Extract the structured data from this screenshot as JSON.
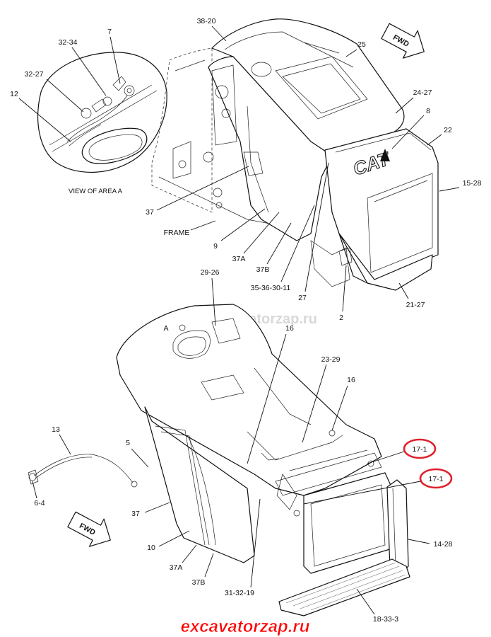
{
  "watermark": "www.excavatorzap.ru",
  "footer_brand": "excavatorzap.ru",
  "footer_brand_color": "#ff0000",
  "highlight_color": "#e0202a",
  "area_a_caption": "VIEW OF AREA  A",
  "area_letter": "A",
  "fwd_label": "FWD",
  "cover_logo": "CAT",
  "labels": {
    "l_38_20": "38-20",
    "l_25": "25",
    "l_24_27": "24-27",
    "l_8": "8",
    "l_22": "22",
    "l_15_28": "15-28",
    "l_21_27": "21-27",
    "l_2": "2",
    "l_27": "27",
    "l_35_36": "35-36-30-11",
    "l_37B_top": "37B",
    "l_37A_top": "37A",
    "l_9": "9",
    "l_frame": "FRAME",
    "l_37_top": "37",
    "l_32_34": "32-34",
    "l_7": "7",
    "l_32_27": "32-27",
    "l_12": "12",
    "l_29_26": "29-26",
    "l_16_a": "16",
    "l_23_29": "23-29",
    "l_16_b": "16",
    "l_17_1_a": "17-1",
    "l_17_1_b": "17-1",
    "l_13": "13",
    "l_5": "5",
    "l_6_4": "6-4",
    "l_37_bot": "37",
    "l_10": "10",
    "l_37A_bot": "37A",
    "l_37B_bot": "37B",
    "l_31_32_19": "31-32-19",
    "l_14_28": "14-28",
    "l_18_33_3": "18-33-3"
  }
}
